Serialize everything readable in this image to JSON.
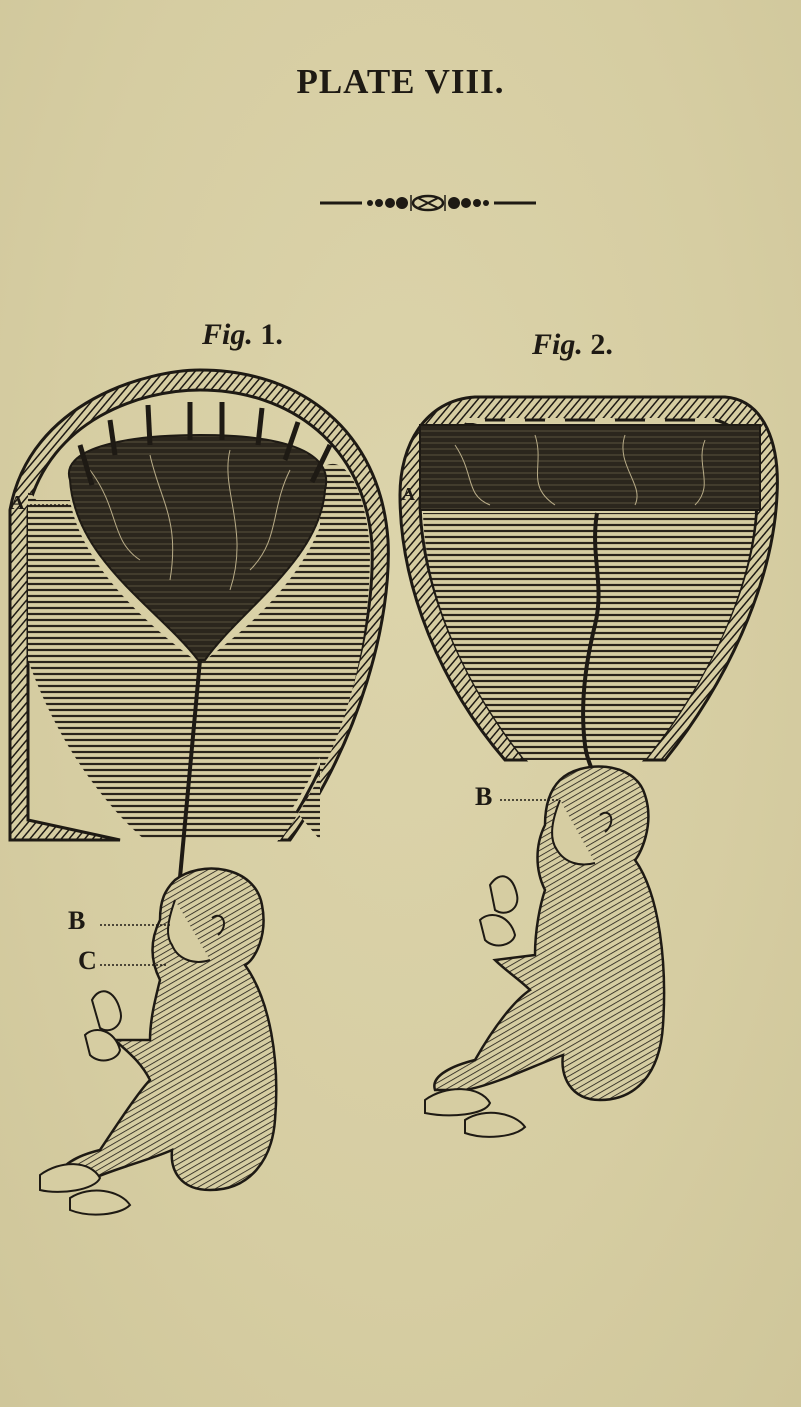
{
  "page": {
    "title": "PLATE VIII.",
    "ornament": "decorative-rule-ornament",
    "background_color": "#d9d0a6",
    "ink_color": "#1e1a14"
  },
  "figures": [
    {
      "label_prefix": "Fig.",
      "label_number": "1.",
      "description": "Uterus with placenta and umbilical cord attached to fetus",
      "annotations": [
        {
          "letter": "A",
          "position": "left edge of uterus wall"
        },
        {
          "letter": "B",
          "position": "pointing to fetal nose/forehead"
        },
        {
          "letter": "C",
          "position": "pointing to fetal neck"
        }
      ]
    },
    {
      "label_prefix": "Fig.",
      "label_number": "2.",
      "description": "Uterus with placenta at fundus; cord wrapped around fetal neck",
      "annotations": [
        {
          "letter": "A",
          "position": "left edge of placenta"
        },
        {
          "letter": "B",
          "position": "pointing to fetal forehead"
        }
      ]
    }
  ]
}
